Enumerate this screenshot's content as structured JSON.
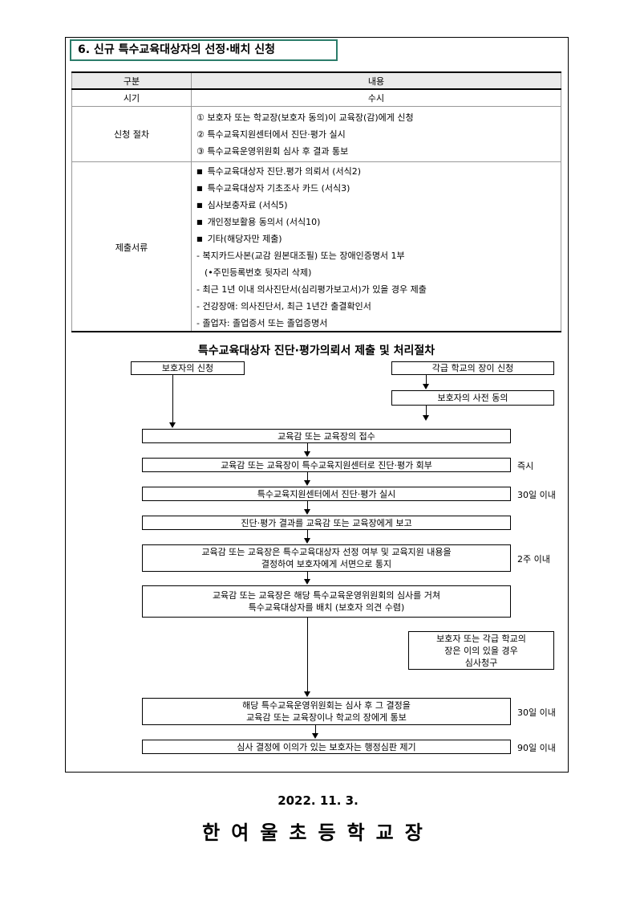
{
  "section_title": "6. 신규 특수교육대상자의 선정·배치 신청",
  "table": {
    "header": {
      "col1": "구분",
      "col2": "내용"
    },
    "timing": {
      "label": "시기",
      "value": "수시"
    },
    "procedure": {
      "label": "신청 절차",
      "steps": [
        "① 보호자 또는 학교장(보호자 동의)이 교육장(감)에게 신청",
        "② 특수교육지원센터에서 진단·평가 실시",
        "③ 특수교육운영위원회 심사 후 결과 통보"
      ]
    },
    "documents": {
      "label": "제출서류",
      "bullets": [
        "특수교육대상자 진단.평가 의뢰서 (서식2)",
        "특수교육대상자 기초조사 카드 (서식3)",
        "심사보충자료 (서식5)",
        "개인정보활용 동의서 (서식10)",
        "기타(해당자만 제출)"
      ],
      "notes": [
        "- 복지카드사본(교감 원본대조필) 또는 장애인증명서 1부",
        "(•주민등록번호 뒷자리 삭제)",
        "- 최근 1년 이내 의사진단서(심리평가보고서)가 있을 경우 제출",
        "- 건강장애: 의사진단서, 최근 1년간 출결확인서",
        "- 졸업자: 졸업증서 또는 졸업증명서"
      ]
    }
  },
  "flow": {
    "title": "특수교육대상자 진단·평가의뢰서 제출 및 처리절차",
    "guardian_request": "보호자의 신청",
    "principal_request": "각급 학교의 장이 신청",
    "guardian_consent": "보호자의 사전 동의",
    "receipt": "교육감 또는 교육장의 접수",
    "referral": "교육감 또는 교육장이 특수교육지원센터로 진단·평가 회부",
    "referral_time": "즉시",
    "evaluation": "특수교육지원센터에서 진단·평가 실시",
    "evaluation_time": "30일 이내",
    "report": "진단·평가 결과를 교육감 또는 교육장에게 보고",
    "decision_line1": "교육감 또는 교육장은 특수교육대상자 선정 여부 및 교육지원 내용을",
    "decision_line2": "결정하여 보호자에게 서면으로 통지",
    "decision_time": "2주 이내",
    "placement_line1": "교육감 또는 교육장은 해당 특수교육운영위원회의 심사를 거쳐",
    "placement_line2": "특수교육대상자를 배치 (보호자 의견 수렴)",
    "appeal_line1": "보호자 또는 각급 학교의",
    "appeal_line2": "장은 이의 있을 경우",
    "appeal_line3": "심사청구",
    "review_line1": "해당 특수교육운영위원회는 심사 후 그 결정을",
    "review_line2": "교육감 또는 교육장이나 학교의 장에게 통보",
    "review_time": "30일 이내",
    "administrative": "심사 결정에 이의가 있는 보호자는 행정심판 제기",
    "administrative_time": "90일 이내"
  },
  "date": "2022. 11. 3.",
  "school": "한여울초등학교장"
}
